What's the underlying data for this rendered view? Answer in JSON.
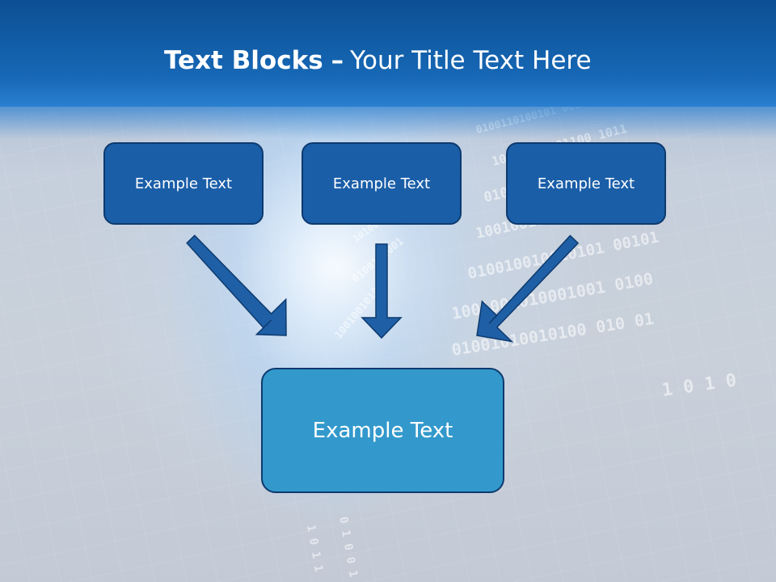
{
  "title": {
    "bold": "Text Blocks",
    "dash": "–",
    "rest": "Your Title Text Here"
  },
  "boxes": {
    "top": [
      "Example Text",
      "Example Text",
      "Example Text"
    ],
    "bottom": "Example Text"
  },
  "colors": {
    "header": "#1667b5",
    "top_box_fill": "#1a5ea8",
    "bottom_box_fill": "#3399cc",
    "border": "#0d3a6e",
    "arrow_fill": "#1f5fa6"
  }
}
